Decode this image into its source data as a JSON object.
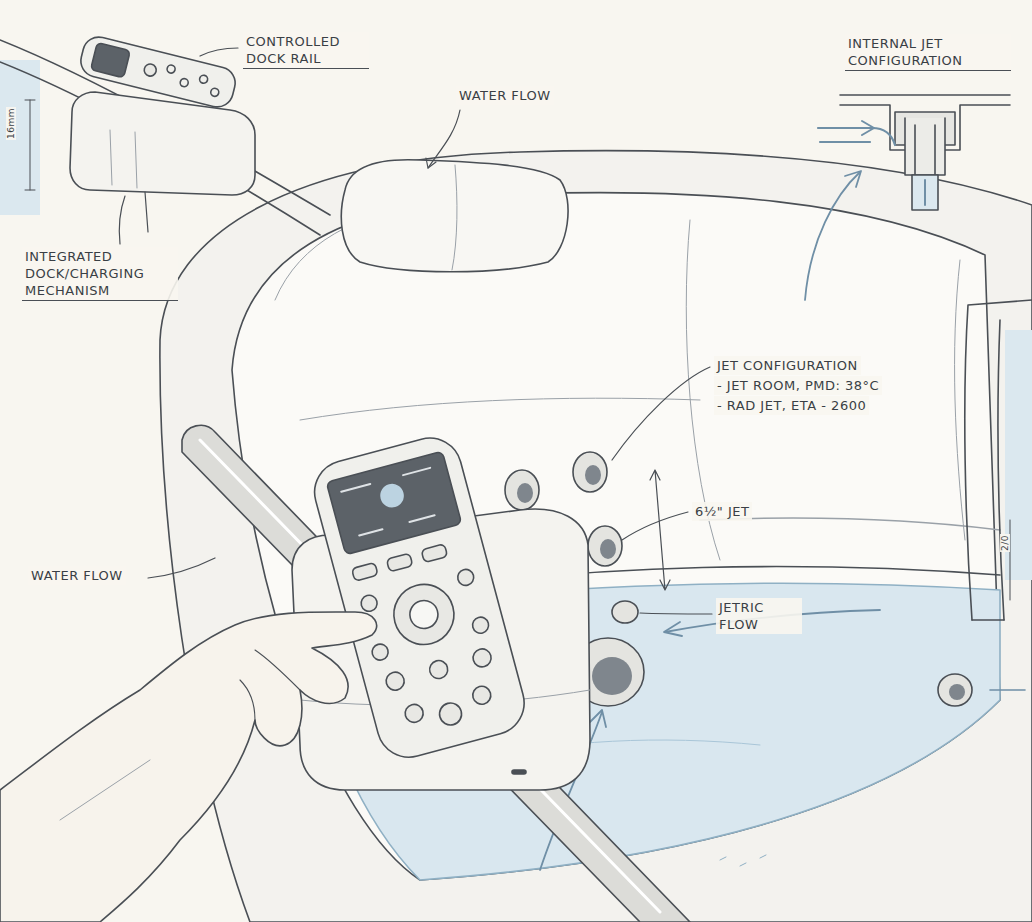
{
  "diagram": {
    "labels": [
      "CONTROLLED DOCK RAIL",
      "INTEGRATED DOCK/CHARGING MECHANISM",
      "16mm",
      "WATER FLOW",
      "INTERNAL JET CONFIGURATION",
      "JET CONFIGURATION",
      "- JET ROOM, PMD: 38°C",
      "- RAD JET, ETA - 2600",
      "6½\" JET",
      "WATER FLOW",
      "JETRIC FLOW",
      "2/0"
    ]
  }
}
